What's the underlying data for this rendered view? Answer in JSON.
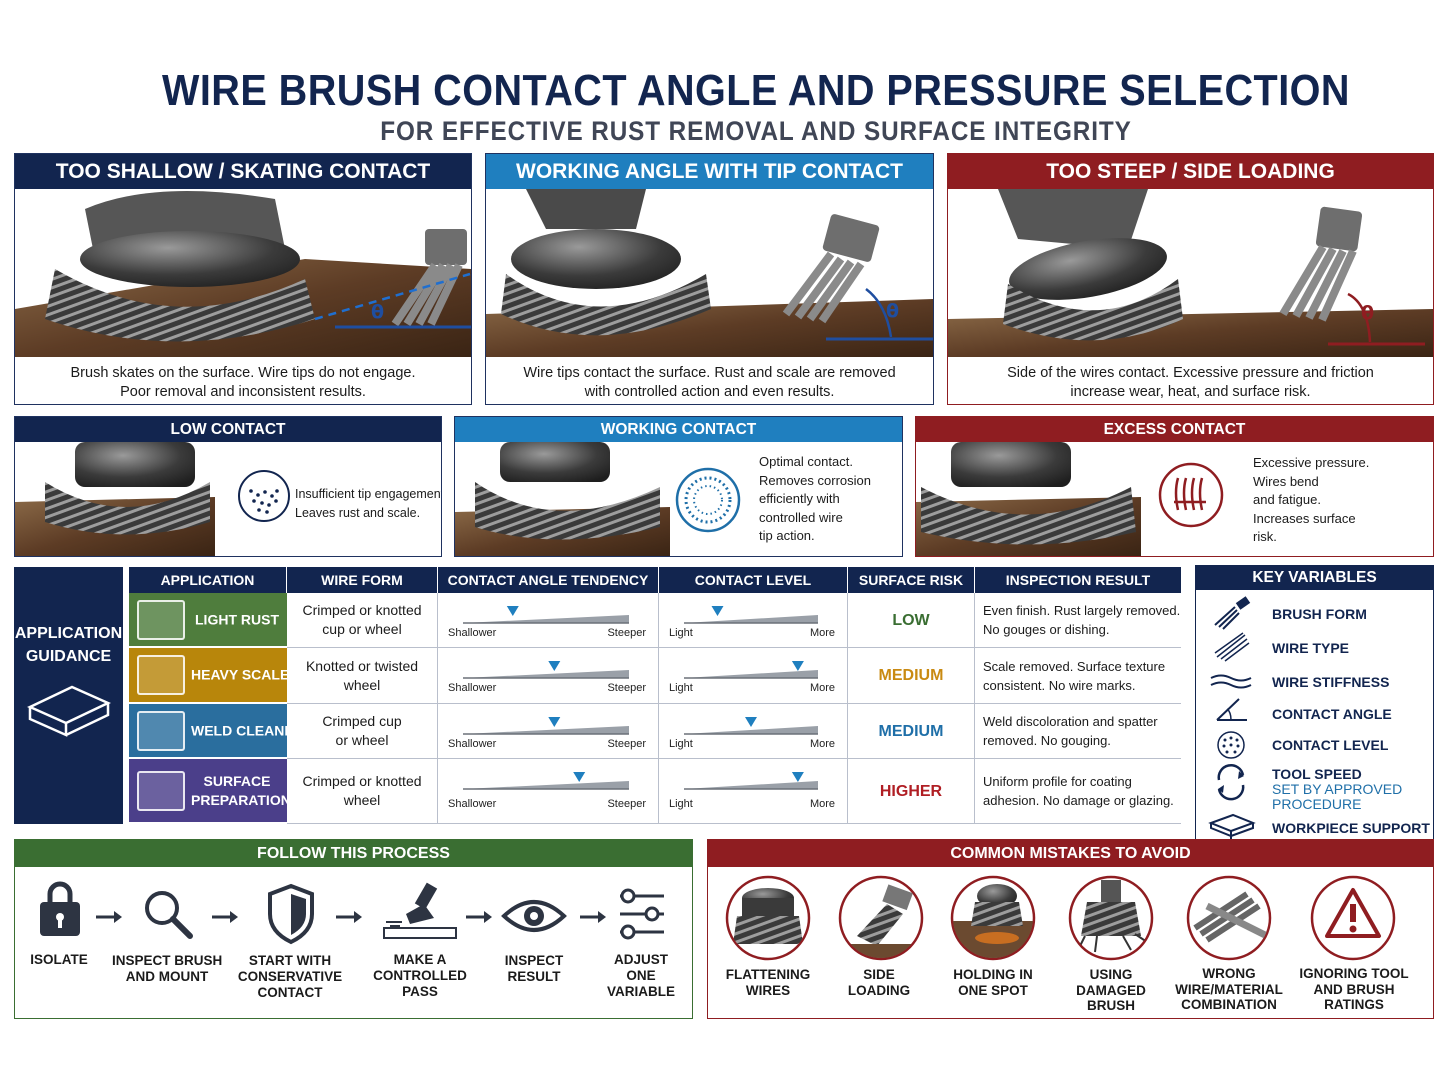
{
  "title": "WIRE BRUSH CONTACT ANGLE AND PRESSURE SELECTION",
  "subtitle": "FOR EFFECTIVE RUST REMOVAL AND SURFACE INTEGRITY",
  "angle_panels": [
    {
      "title": "TOO SHALLOW / SKATING CONTACT",
      "symbol": "θ",
      "caption": [
        "Brush skates on the surface. Wire tips do not engage.",
        "Poor removal and inconsistent results."
      ]
    },
    {
      "title": "WORKING ANGLE WITH TIP CONTACT",
      "symbol": "θ",
      "caption": [
        "Wire tips contact the surface. Rust and scale are removed",
        "with controlled action and even results."
      ]
    },
    {
      "title": "TOO STEEP / SIDE LOADING",
      "symbol": "θ",
      "caption": [
        "Side of the wires contact. Excessive pressure and friction",
        "increase wear, heat, and surface risk."
      ]
    }
  ],
  "contact_panels": [
    {
      "title": "LOW CONTACT",
      "lines": [
        "Insufficient tip engagement.",
        "Leaves rust and scale."
      ]
    },
    {
      "title": "WORKING CONTACT",
      "lines": [
        "Optimal contact.",
        "Removes corrosion",
        "efficiently with",
        "controlled wire",
        "tip action."
      ]
    },
    {
      "title": "EXCESS CONTACT",
      "lines": [
        "Excessive pressure.",
        "Wires bend",
        "and fatigue.",
        "Increases surface",
        "risk."
      ]
    }
  ],
  "guidance": {
    "label": [
      "APPLICATION",
      "GUIDANCE"
    ],
    "headers": [
      "APPLICATION",
      "WIRE FORM",
      "CONTACT ANGLE TENDENCY",
      "CONTACT LEVEL",
      "SURFACE RISK",
      "INSPECTION RESULT"
    ],
    "angle_scale": [
      "Shallower",
      "Steeper"
    ],
    "level_scale": [
      "Light",
      "More"
    ],
    "rows": [
      {
        "application": "LIGHT RUST",
        "app_lines": [
          "LIGHT RUST"
        ],
        "wire_form": [
          "Crimped or knotted",
          "cup or wheel"
        ],
        "angle": 0.3,
        "level": 0.25,
        "risk": "LOW",
        "risk_color": "#3a6e32",
        "result": [
          "Even finish. Rust largely removed.",
          "No gouges or dishing."
        ],
        "color": "#4f7d3d"
      },
      {
        "application": "HEAVY SCALE",
        "app_lines": [
          "HEAVY SCALE"
        ],
        "wire_form": [
          "Knotted or twisted",
          "wheel"
        ],
        "angle": 0.55,
        "level": 0.85,
        "risk": "MEDIUM",
        "risk_color": "#c98a12",
        "result": [
          "Scale removed. Surface texture",
          "consistent. No wire marks."
        ],
        "color": "#b8860b"
      },
      {
        "application": "WELD CLEANING",
        "app_lines": [
          "WELD CLEANING"
        ],
        "wire_form": [
          "Crimped cup",
          "or wheel"
        ],
        "angle": 0.55,
        "level": 0.5,
        "risk": "MEDIUM",
        "risk_color": "#1f6fa8",
        "result": [
          "Weld discoloration and spatter",
          "removed. No gouging."
        ],
        "color": "#2a6e9e"
      },
      {
        "application": "SURFACE PREPARATION",
        "app_lines": [
          "SURFACE",
          "PREPARATION"
        ],
        "wire_form": [
          "Crimped or knotted",
          "wheel"
        ],
        "angle": 0.7,
        "level": 0.85,
        "risk": "HIGHER",
        "risk_color": "#b01e24",
        "result": [
          "Uniform profile for coating",
          "adhesion. No damage or glazing."
        ],
        "color": "#4b3f8a"
      }
    ]
  },
  "key_variables": {
    "title": "KEY VARIABLES",
    "items": [
      "BRUSH FORM",
      "WIRE TYPE",
      "WIRE STIFFNESS",
      "CONTACT ANGLE",
      "CONTACT LEVEL",
      "TOOL SPEED",
      "WORKPIECE SUPPORT"
    ],
    "tool_speed_note": [
      "SET BY APPROVED",
      "PROCEDURE"
    ]
  },
  "process": {
    "title": "FOLLOW THIS PROCESS",
    "steps": [
      {
        "icon": "lock-icon",
        "label": [
          "ISOLATE"
        ]
      },
      {
        "icon": "magnifier-icon",
        "label": [
          "INSPECT BRUSH",
          "AND MOUNT"
        ]
      },
      {
        "icon": "shield-icon",
        "label": [
          "START WITH",
          "CONSERVATIVE",
          "CONTACT"
        ]
      },
      {
        "icon": "brush-pass-icon",
        "label": [
          "MAKE A",
          "CONTROLLED",
          "PASS"
        ]
      },
      {
        "icon": "eye-icon",
        "label": [
          "INSPECT",
          "RESULT"
        ]
      },
      {
        "icon": "sliders-icon",
        "label": [
          "ADJUST",
          "ONE",
          "VARIABLE"
        ]
      }
    ]
  },
  "mistakes": {
    "title": "COMMON MISTAKES TO AVOID",
    "items": [
      {
        "icon": "flattened-wires-icon",
        "label": [
          "FLATTENING",
          "WIRES"
        ]
      },
      {
        "icon": "side-loading-icon",
        "label": [
          "SIDE",
          "LOADING"
        ]
      },
      {
        "icon": "holding-spot-icon",
        "label": [
          "HOLDING IN",
          "ONE SPOT"
        ]
      },
      {
        "icon": "damaged-brush-icon",
        "label": [
          "USING",
          "DAMAGED",
          "BRUSH"
        ]
      },
      {
        "icon": "wrong-wire-icon",
        "label": [
          "WRONG",
          "WIRE/MATERIAL",
          "COMBINATION"
        ]
      },
      {
        "icon": "warning-icon",
        "label": [
          "IGNORING TOOL",
          "AND BRUSH",
          "RATINGS"
        ]
      }
    ]
  }
}
